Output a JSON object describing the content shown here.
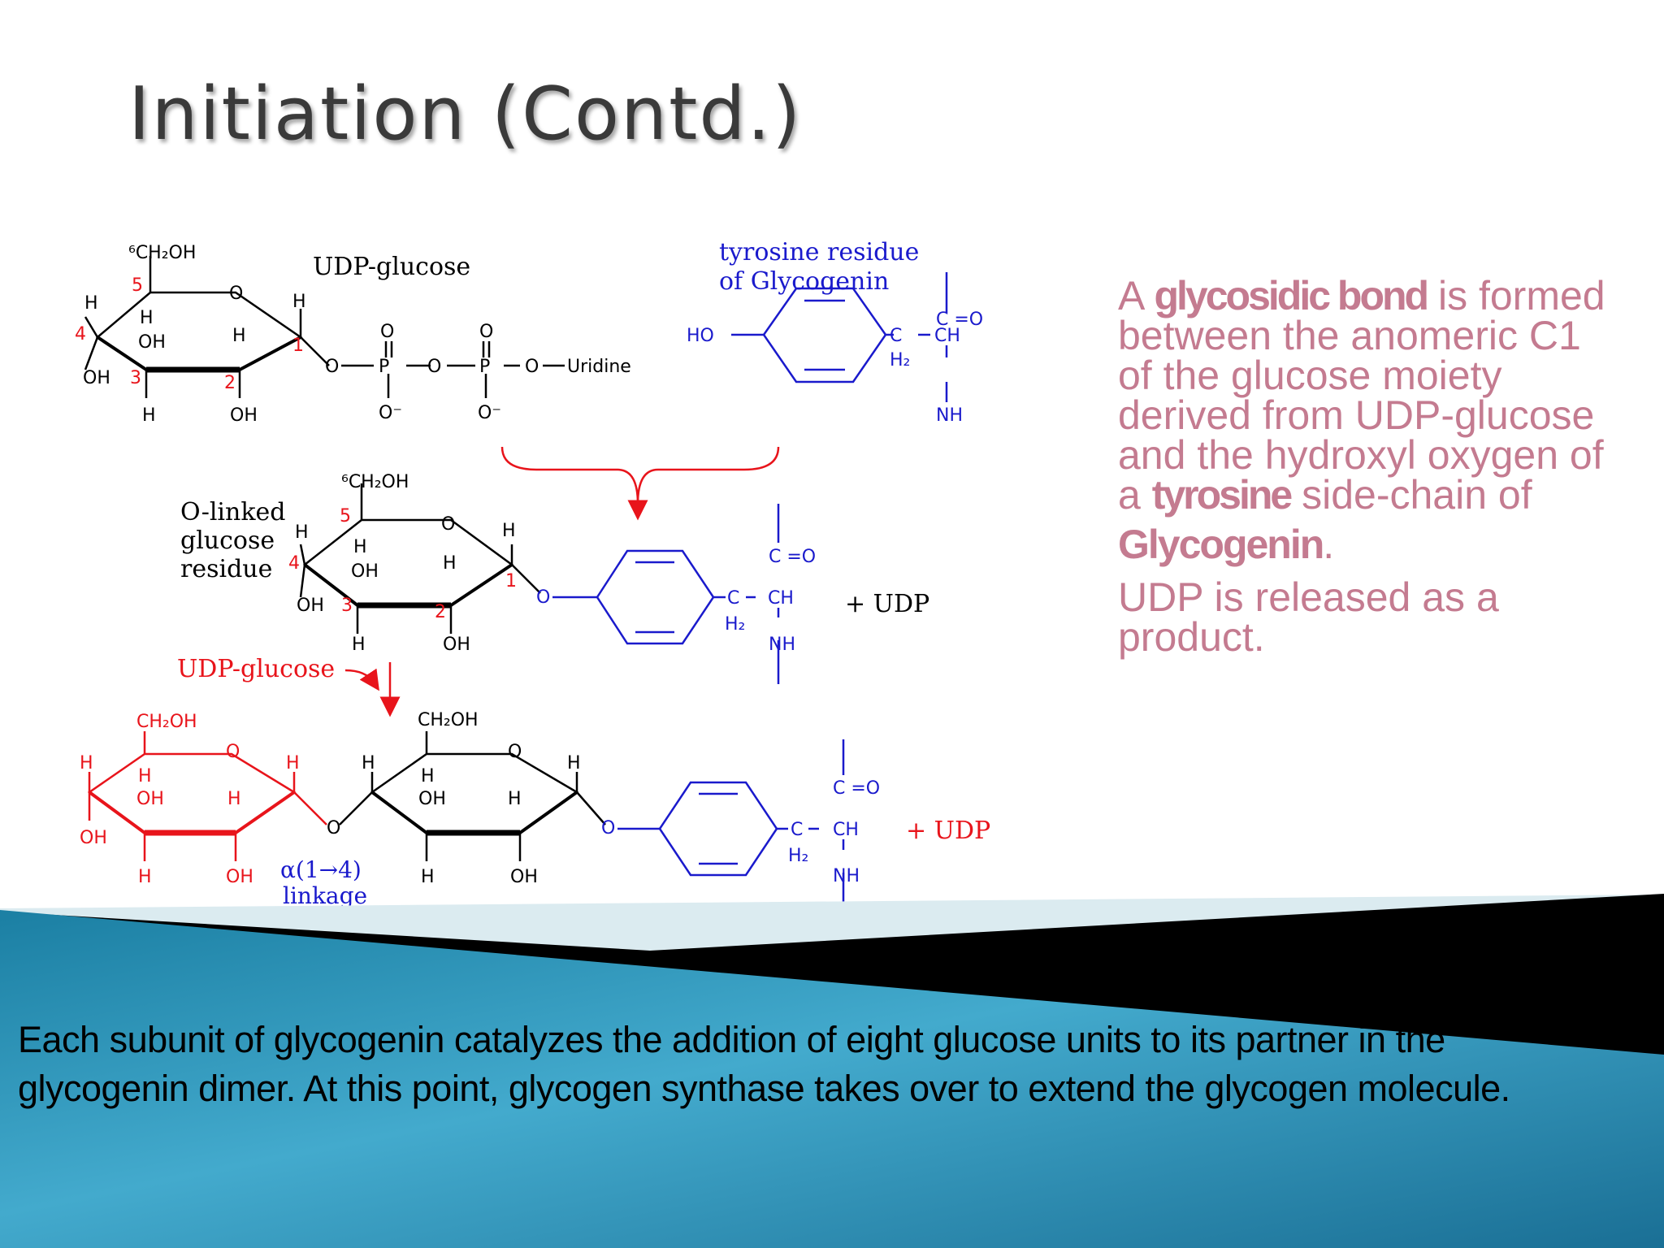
{
  "slide": {
    "title": "Initiation (Contd.)",
    "colors": {
      "text_pink": "#c47b90",
      "title": "#3a3a3a",
      "blue": "#1a1acc",
      "red": "#e8141b",
      "band": "#2a93b5"
    }
  },
  "diagram": {
    "udp_glucose_label": "UDP-glucose",
    "tyrosine_label_1": "tyrosine residue",
    "tyrosine_label_2": "of Glycogenin",
    "uridine": "Uridine",
    "o_linked_1": "O-linked",
    "o_linked_2": "glucose",
    "o_linked_3": "residue",
    "plus_udp": "+ UDP",
    "plus_udp_red": "+ UDP",
    "udp_glucose_red": "UDP-glucose",
    "alpha_linkage": "α(1→4)",
    "linkage_word": "linkage",
    "ch2oh": "CH₂OH",
    "ch2oh_6": "⁶CH₂OH",
    "ho": "HO",
    "c_eq_o": "C =O",
    "ch": "CH",
    "nh": "NH",
    "c": "C",
    "h2": "H₂"
  },
  "side_text": {
    "p1_a": "A ",
    "p1_bold": "glycosidic bond",
    "p1_b": "is formed between the anomeric C1 of the glucose moiety derived from UDP-glucose and the hydroxyl oxygen of a ",
    "p1_bold2": "tyrosine",
    "p1_c": " side-chain of",
    "p1_bold3": "Glycogenin",
    "p1_d": ".",
    "p2": "UDP is released as a product."
  },
  "caption": "Each subunit of glycogenin catalyzes the addition of eight glucose units to its  partner in the glycogenin dimer. At this point, glycogen synthase takes over to  extend the glycogen molecule."
}
